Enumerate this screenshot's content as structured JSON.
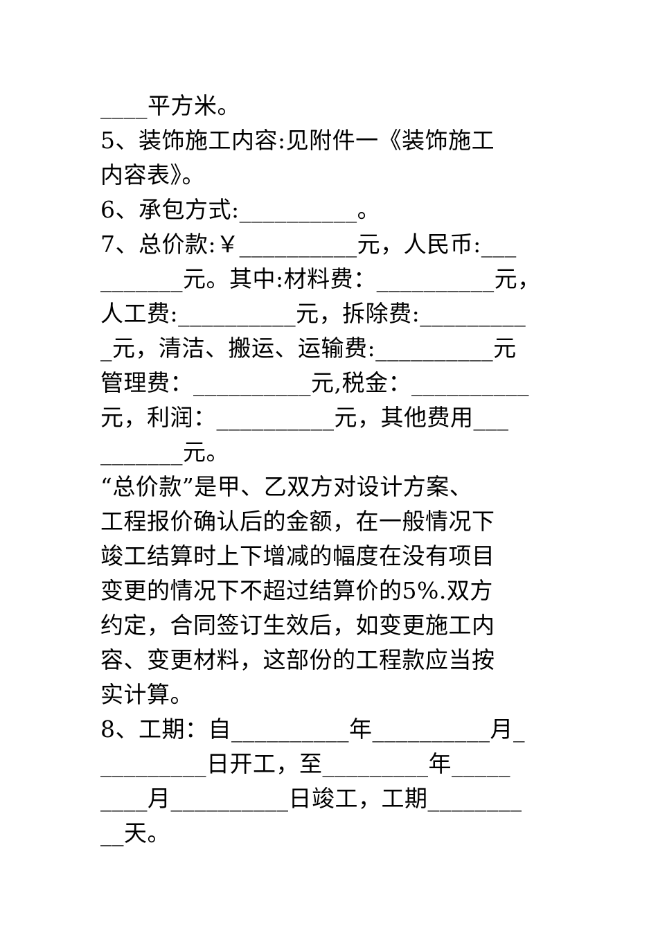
{
  "document": {
    "lines": [
      "____平方米。",
      "5、装饰施工内容:见附件一《装饰施工",
      "内容表》。",
      "6、承包方式:__________。",
      "7、总价款:￥__________元，人民币:___",
      "_______元。其中:材料费：__________元，",
      "人工费:__________元，拆除费:_________",
      "_元，清洁、搬运、运输费:__________元",
      "管理费：__________元,税金：__________",
      "元，利润：__________元，其他费用___",
      "_______元。",
      "“总价款”是甲、乙双方对设计方案、",
      "工程报价确认后的金额，在一般情况下",
      "竣工结算时上下增减的幅度在没有项目",
      "变更的情况下不超过结算价的5%.双方",
      "约定，合同签订生效后，如变更施工内",
      "容、变更材料，这部份的工程款应当按",
      "实计算。",
      "8、工期：自__________年__________月_",
      "_________日开工，至_________年_____",
      "____月__________日竣工，工期________",
      "__天。"
    ]
  }
}
